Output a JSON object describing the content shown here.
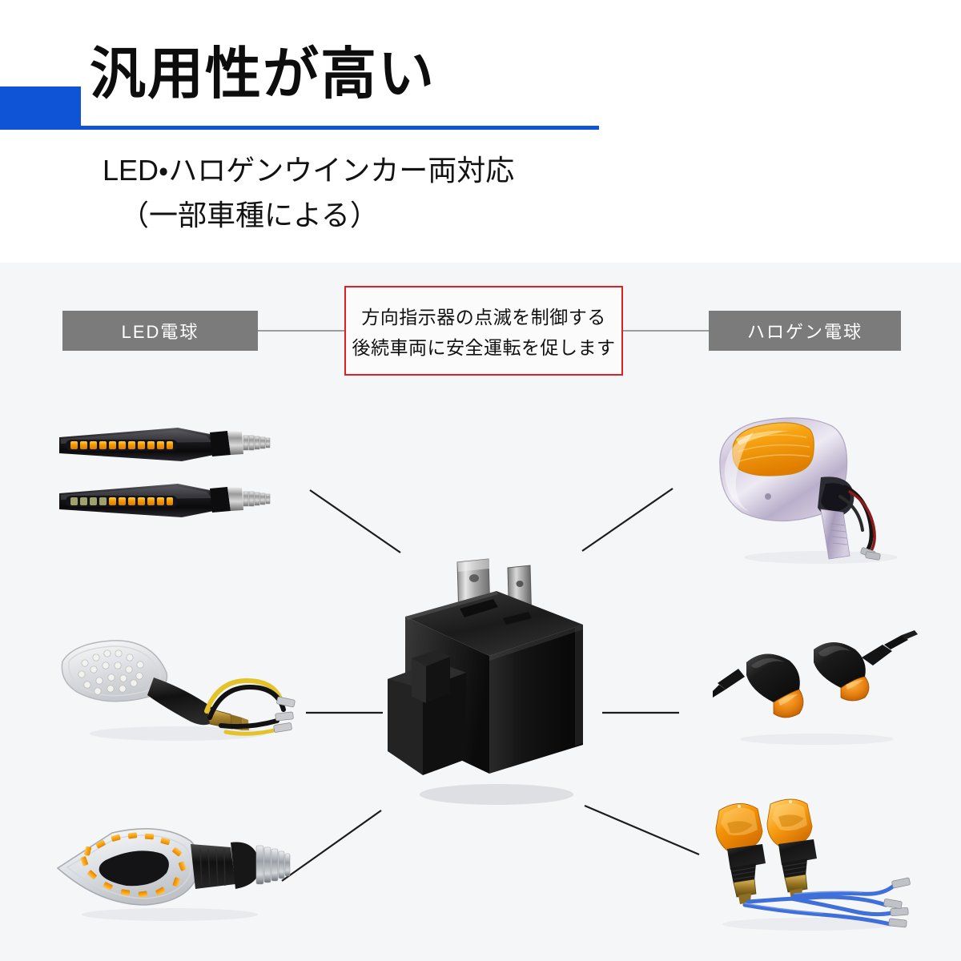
{
  "header": {
    "title": "汎用性が高い",
    "subtitle_line_1": "LED・ハロゲンウインカー両対応",
    "subtitle_line_2": "（一部車種による）",
    "accent_color": "#0f53d6"
  },
  "diagram": {
    "background_color": "#f5f6f8",
    "chips": [
      {
        "id": "led",
        "label": "LED電球",
        "color": "#7b7b7b",
        "text_color": "#ffffff"
      },
      {
        "id": "halogen",
        "label": "ハロゲン電球",
        "color": "#7b7b7b",
        "text_color": "#ffffff"
      }
    ],
    "callout": {
      "border_color": "#e02020",
      "line_1": "方向指示器の点滅を制御する",
      "line_2": "後続車両に安全運転を促します"
    },
    "center_product": {
      "name": "フラッシャーリレー",
      "body_color": "#1a1a1a",
      "terminal_color": "#b9b9b9"
    },
    "left_products": [
      {
        "name": "シーケンシャルLEDウインカー 2本",
        "lens_color": "#f5a200"
      },
      {
        "name": "リーフ型LEDウインカー",
        "lens_color": "#efefef"
      },
      {
        "name": "ティアドロップ型LEDウインカー",
        "lens_color": "#f5a200"
      }
    ],
    "right_products": [
      {
        "name": "メッキミラー一体型ウインカー",
        "lens_color": "#f2a01a"
      },
      {
        "name": "バレット型ウインカー 2本",
        "lens_color": "#e8821a"
      },
      {
        "name": "アンバーレンズウインカー 2本",
        "lens_color": "#f0900d"
      }
    ]
  }
}
